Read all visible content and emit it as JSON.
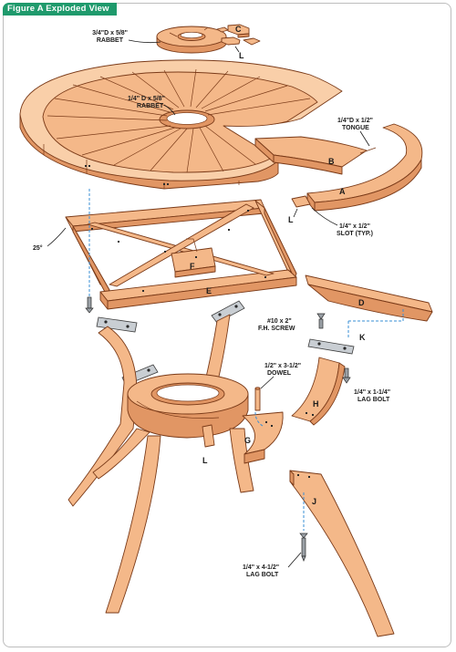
{
  "figure": {
    "title": "Figure A  Exploded View"
  },
  "callouts": {
    "rabbet_top_1": "3/4\"D x 5/8\"",
    "rabbet_top_2": "RABBET",
    "rabbet_center_1": "1/4\" D x 5/8\"",
    "rabbet_center_2": "RABBET",
    "tongue_1": "1/4\"D x 1/2\"",
    "tongue_2": "TONGUE",
    "slot_1": "1/4\" x 1/2\"",
    "slot_2": "SLOT (TYP.)",
    "angle": "25°",
    "screw_1": "#10 x 2\"",
    "screw_2": "F.H. SCREW",
    "dowel_1": "1/2\" x 3-1/2\"",
    "dowel_2": "DOWEL",
    "lagbolt_short_1": "1/4\" x 1-1/4\"",
    "lagbolt_short_2": "LAG BOLT",
    "lagbolt_long_1": "1/4\" x 4-1/2\"",
    "lagbolt_long_2": "LAG BOLT"
  },
  "parts": {
    "a": "A",
    "b": "B",
    "c": "C",
    "d": "D",
    "e": "E",
    "f": "F",
    "g": "G",
    "h": "H",
    "j": "J",
    "k": "K",
    "l_top": "L",
    "l_mid": "L",
    "l_low": "L"
  },
  "colors": {
    "wood": "#f4b889",
    "wood_light": "#f9cfa9",
    "wood_dark": "#e19664",
    "outline": "#7a3a18",
    "steel": "#c9ced3",
    "guide_line": "#3a8fd6",
    "title_tab": "#1f9a6c"
  }
}
